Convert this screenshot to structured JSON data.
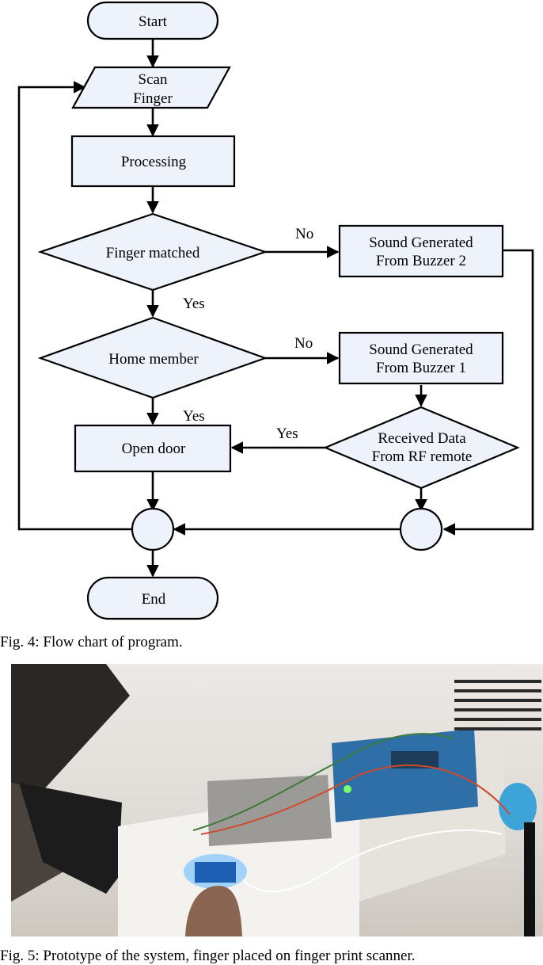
{
  "flowchart": {
    "nodes": {
      "start": "Start",
      "scan": [
        "Scan",
        "Finger"
      ],
      "processing": "Processing",
      "finger_matched": "Finger matched",
      "buzzer2": [
        "Sound Generated",
        "From Buzzer 2"
      ],
      "home_member": "Home member",
      "buzzer1": [
        "Sound Generated",
        "From Buzzer 1"
      ],
      "open_door": "Open door",
      "rf_remote": [
        "Received Data",
        "From RF remote"
      ],
      "end": "End"
    },
    "edge_labels": {
      "matched_no": "No",
      "matched_yes": "Yes",
      "member_no": "No",
      "member_yes": "Yes",
      "rf_yes": "Yes"
    },
    "colors": {
      "shape_fill": "#eef2fa",
      "stroke": "#000000"
    }
  },
  "captions": {
    "fig4": "Fig. 4: Flow chart of program.",
    "fig5": "Fig. 5: Prototype of the system, finger placed on finger print scanner."
  }
}
